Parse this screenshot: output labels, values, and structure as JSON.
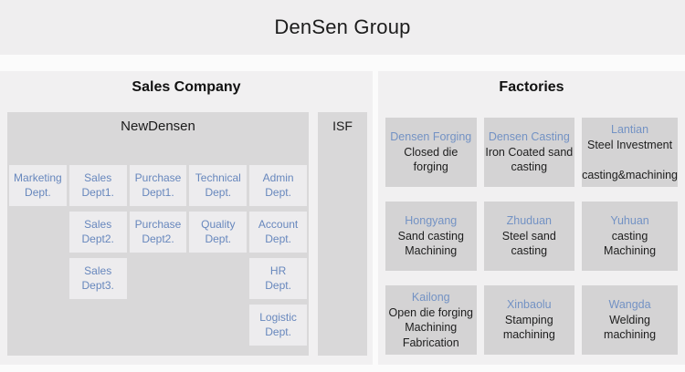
{
  "page": {
    "title": "DenSen Group"
  },
  "colors": {
    "header_bg": "#efeeef",
    "panel_bg": "#f1f0f1",
    "group_box_bg": "#d9d8d9",
    "dept_box_bg": "#edecee",
    "factory_box_bg": "#d4d3d4",
    "accent_blue_text": "#6787bd",
    "black_text": "#1d1d1d"
  },
  "sales_company": {
    "title": "Sales Company",
    "newdensen": {
      "title": "NewDensen",
      "departments": [
        {
          "lines": [
            "Marketing",
            "Dept."
          ]
        },
        {
          "lines": [
            "Sales",
            "Dept1."
          ]
        },
        {
          "lines": [
            "Purchase",
            "Dept1."
          ]
        },
        {
          "lines": [
            "Technical",
            "Dept."
          ]
        },
        {
          "lines": [
            "Admin",
            "Dept."
          ]
        },
        {
          "lines": [
            "Sales",
            "Dept2."
          ]
        },
        {
          "lines": [
            "Purchase",
            "Dept2."
          ]
        },
        {
          "lines": [
            "Quality",
            "Dept."
          ]
        },
        {
          "lines": [
            "Account",
            "Dept."
          ]
        },
        {
          "lines": [
            "Sales",
            "Dept3."
          ]
        },
        {
          "lines": [
            "HR",
            "Dept."
          ]
        },
        {
          "lines": [
            "Logistic",
            "Dept."
          ]
        }
      ]
    },
    "isf": {
      "label": "ISF"
    }
  },
  "factories": {
    "title": "Factories",
    "items": [
      {
        "name": "Densen Forging",
        "desc": [
          "Closed die forging"
        ]
      },
      {
        "name": "Densen Casting",
        "desc": [
          "Iron Coated sand",
          "casting"
        ]
      },
      {
        "name": "Lantian",
        "desc": [
          "Steel Investment",
          "",
          "casting&machining"
        ]
      },
      {
        "name": "Hongyang",
        "desc": [
          "Sand casting",
          "Machining"
        ]
      },
      {
        "name": "Zhuduan",
        "desc": [
          "Steel sand casting"
        ]
      },
      {
        "name": "Yuhuan",
        "desc": [
          "casting",
          "Machining"
        ]
      },
      {
        "name": "Kailong",
        "desc": [
          "Open die forging",
          "Machining",
          "Fabrication"
        ]
      },
      {
        "name": "Xinbaolu",
        "desc": [
          "Stamping",
          "machining"
        ]
      },
      {
        "name": "Wangda",
        "desc": [
          "Welding",
          "machining"
        ]
      }
    ]
  }
}
